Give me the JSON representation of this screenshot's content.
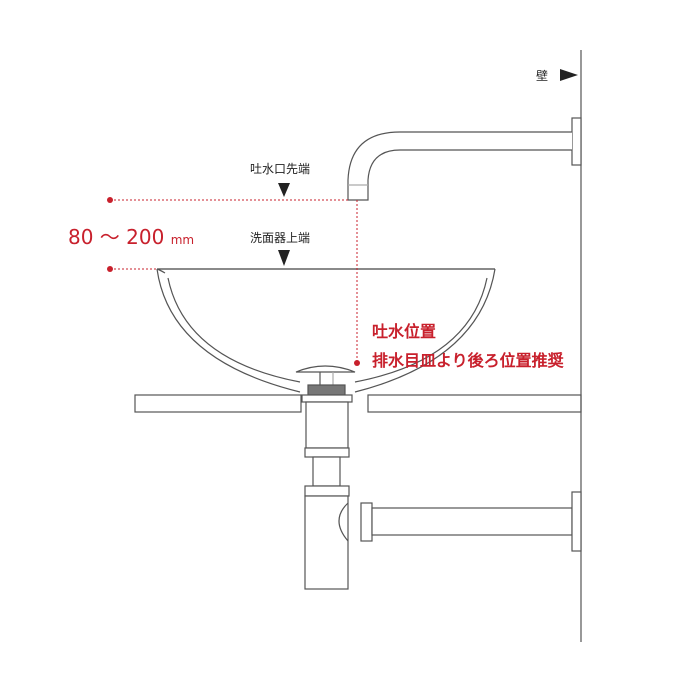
{
  "labels": {
    "wall": "壁",
    "spout_tip": "吐水口先端",
    "basin_top": "洗面器上端",
    "dimension_value": "80 ～ 200",
    "dimension_unit": "mm",
    "spout_position_title": "吐水位置",
    "spout_position_note": "排水目皿より後ろ位置推奨"
  },
  "colors": {
    "accent": "#c8202c",
    "line": "#555555"
  }
}
